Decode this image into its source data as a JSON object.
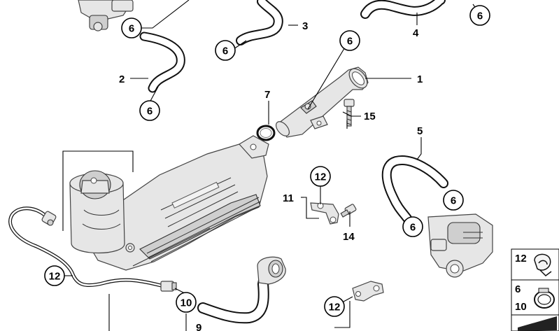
{
  "callouts": {
    "item_1": "1",
    "item_2": "2",
    "item_3": "3",
    "item_4": "4",
    "item_5": "5",
    "item_6": "6",
    "item_7": "7",
    "item_9": "9",
    "item_10": "10",
    "item_11": "11",
    "item_12": "12",
    "item_14": "14",
    "item_15": "15"
  },
  "legend": {
    "row1": "12",
    "row2_top": "6",
    "row2_bottom": "10"
  }
}
